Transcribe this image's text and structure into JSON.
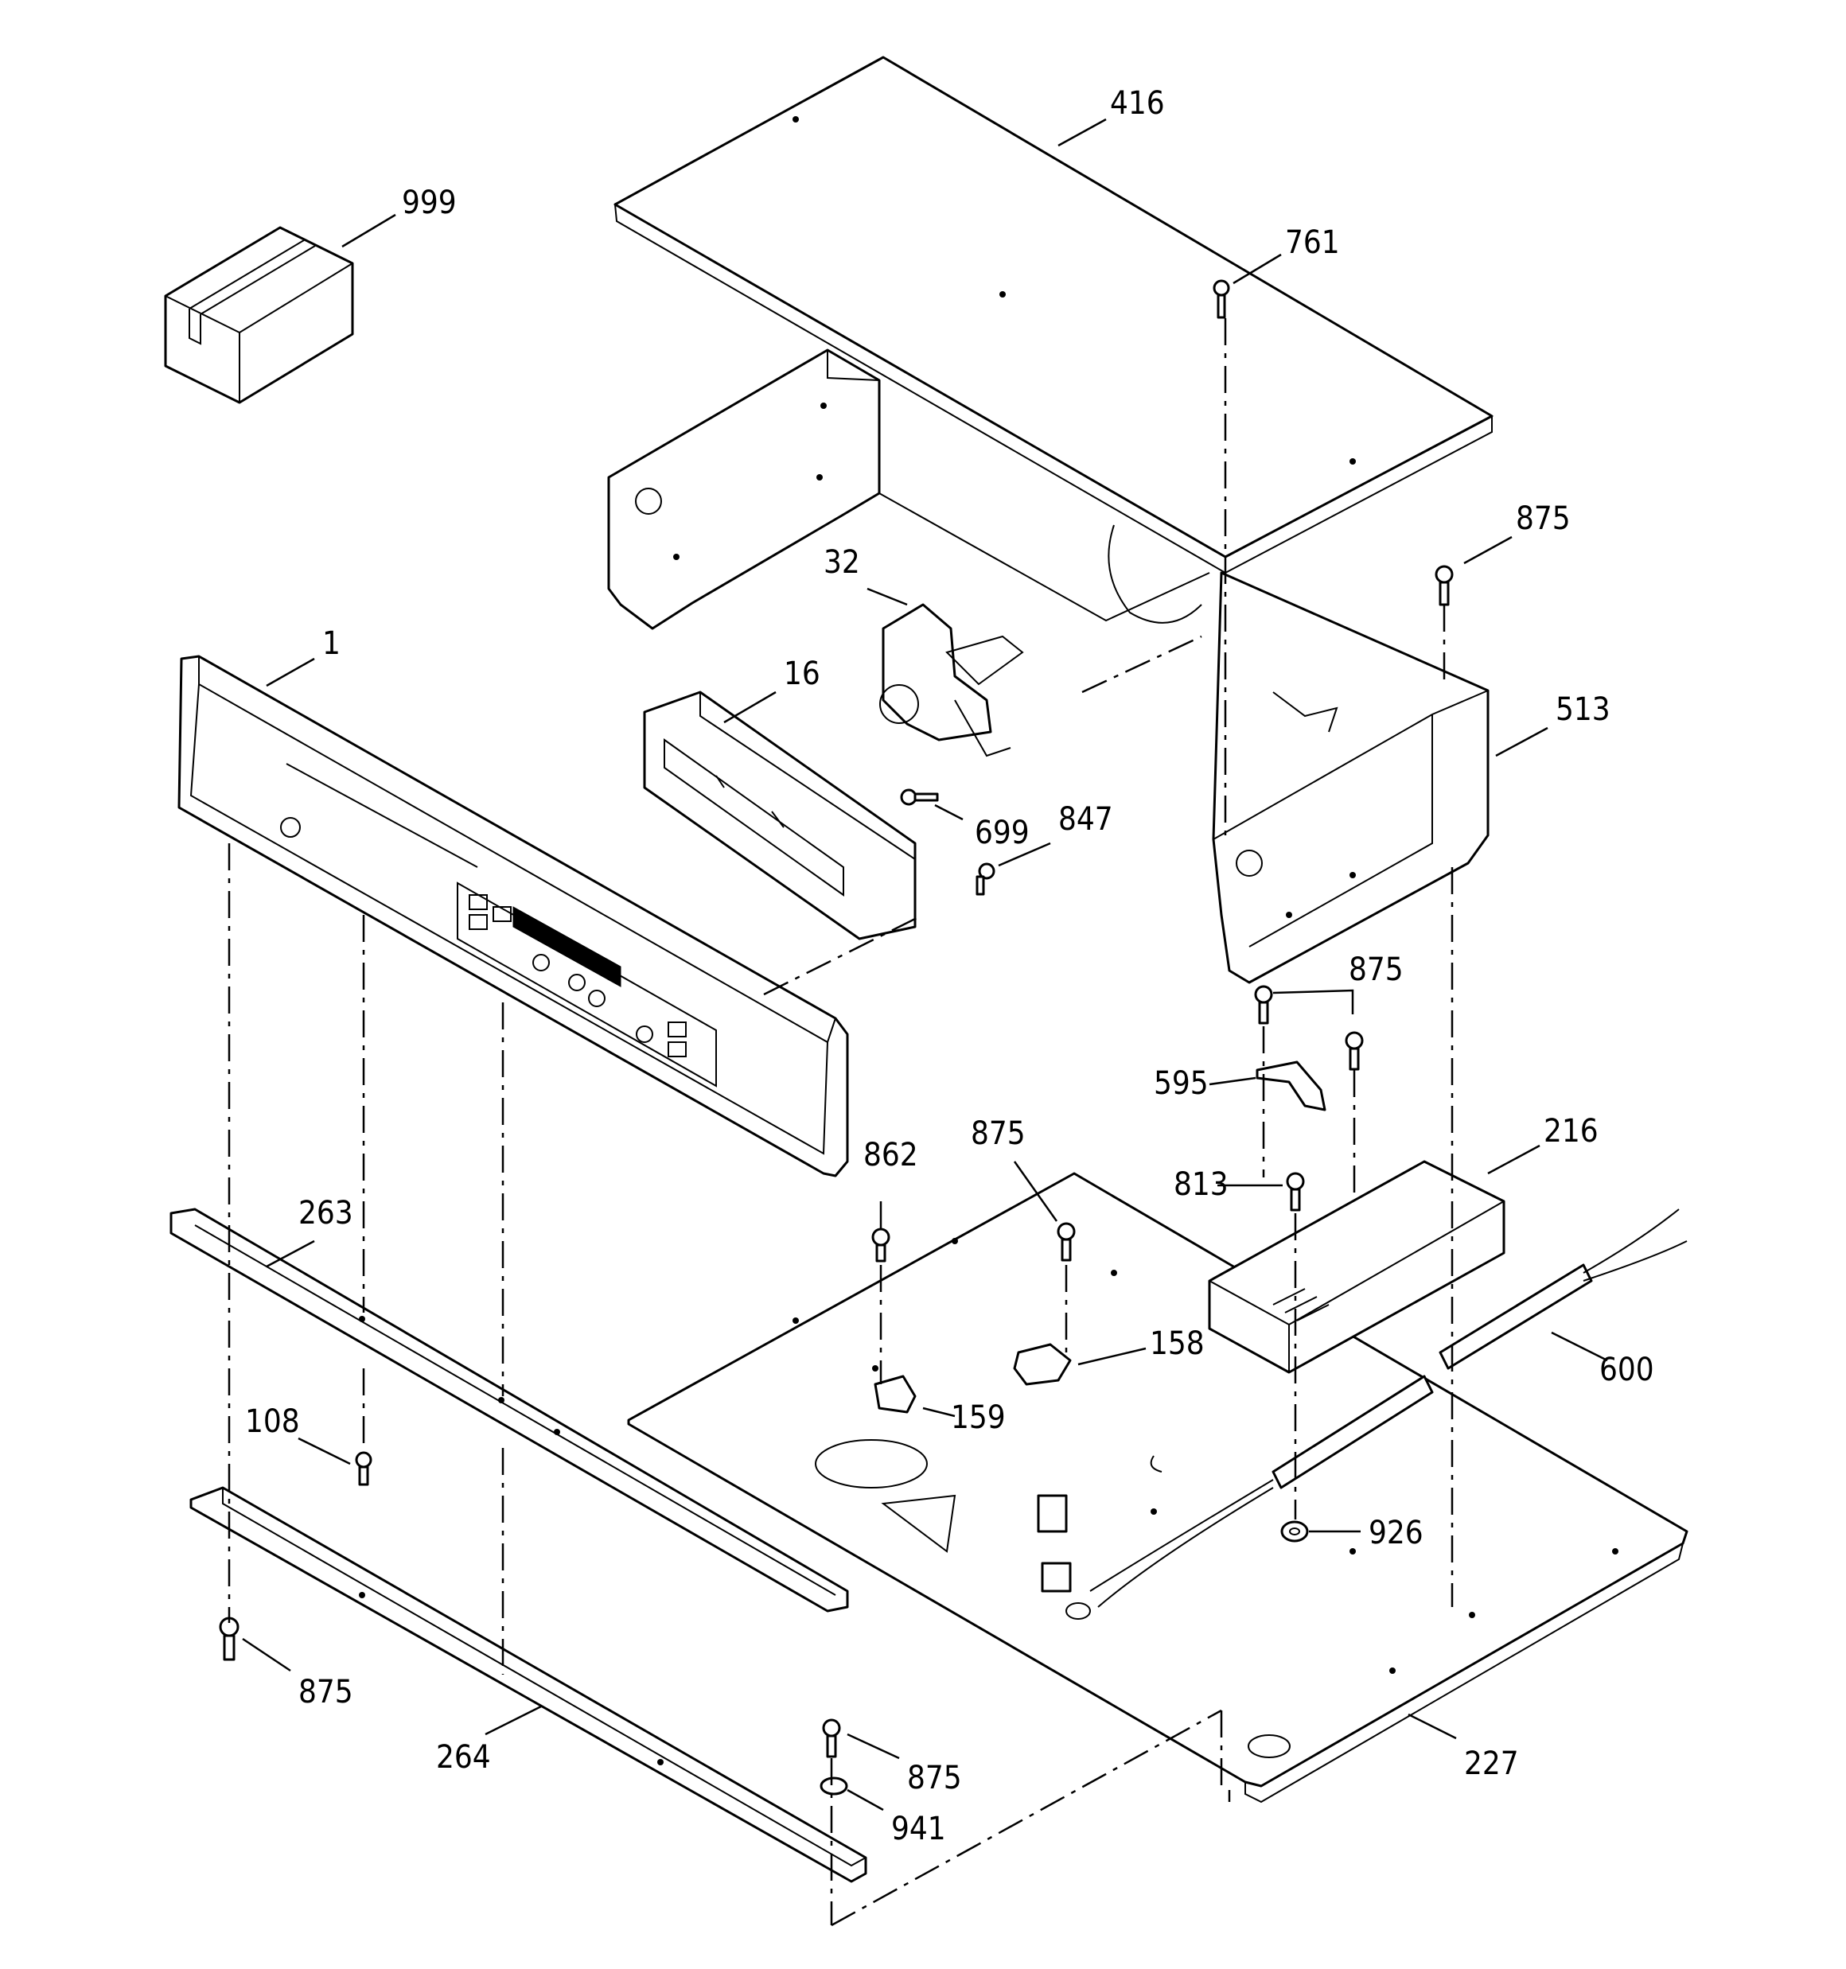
{
  "diagram": {
    "labels": {
      "p999": "999",
      "p416": "416",
      "p761": "761",
      "p875_top": "875",
      "p32": "32",
      "p1": "1",
      "p16": "16",
      "p513": "513",
      "p699": "699",
      "p847": "847",
      "p875_mid": "875",
      "p595": "595",
      "p862": "862",
      "p875_center": "875",
      "p216": "216",
      "p813": "813",
      "p263": "263",
      "p158": "158",
      "p600": "600",
      "p108": "108",
      "p159": "159",
      "p926": "926",
      "p875_left": "875",
      "p264": "264",
      "p875_bottom": "875",
      "p941": "941",
      "p227": "227"
    }
  }
}
